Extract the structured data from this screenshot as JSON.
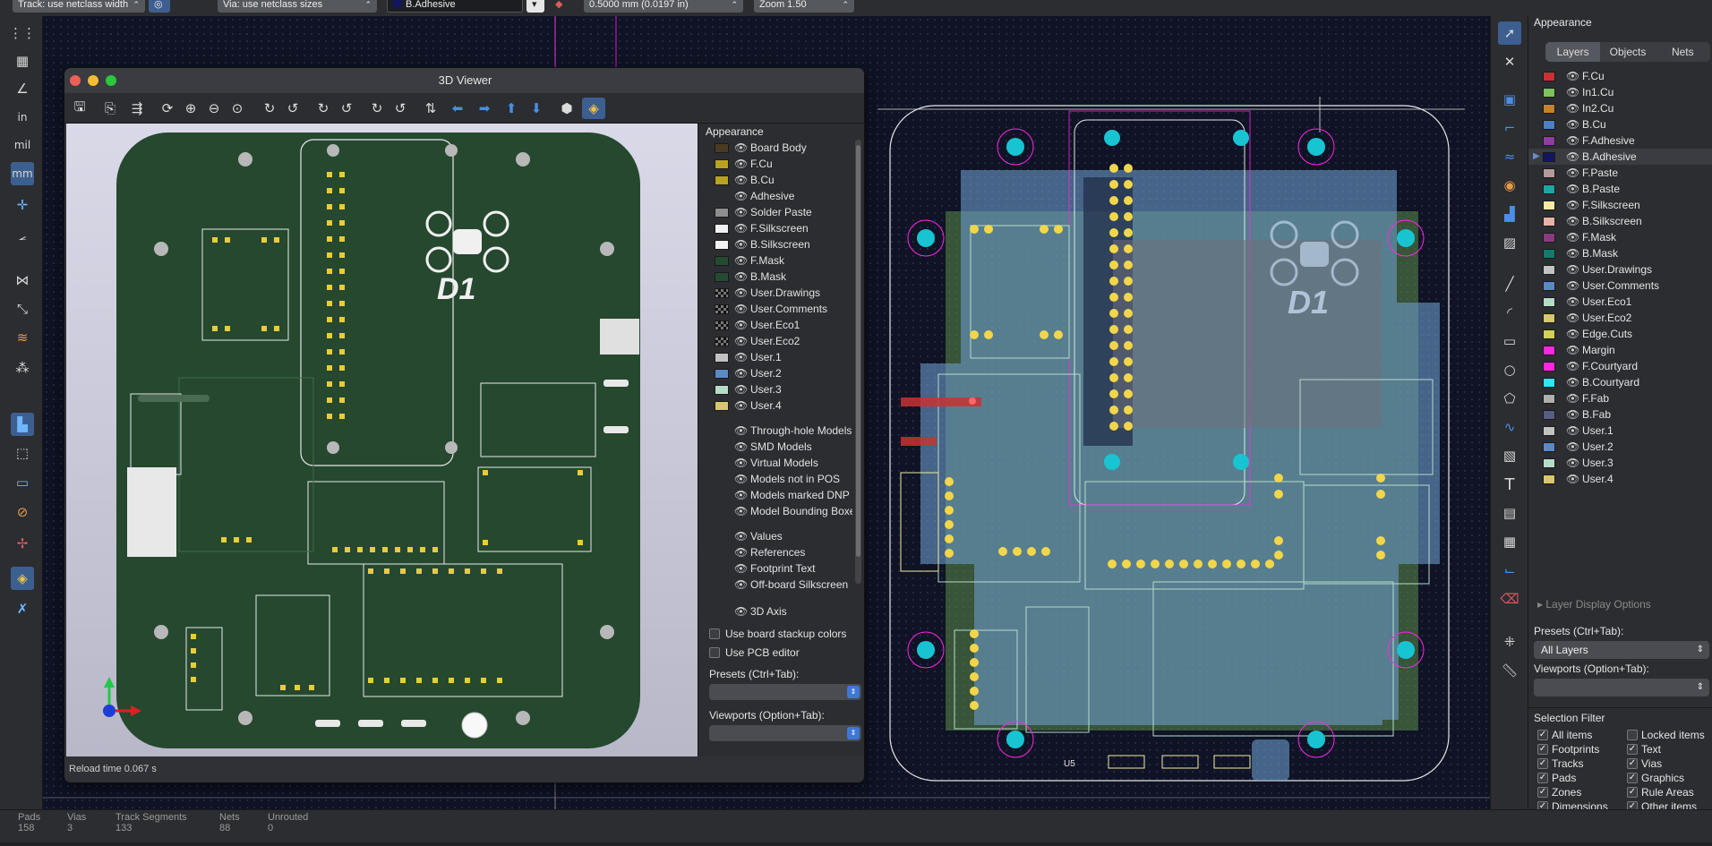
{
  "topbar": {
    "track_select": "Track: use netclass width",
    "via_select": "Via: use netclass sizes",
    "active_layer": "B.Adhesive",
    "grid_select": "0.5000 mm (0.0197 in)",
    "zoom_select": "Zoom 1.50"
  },
  "left_toolbar": {
    "inch_label": "in",
    "mil_label": "mil",
    "mm_label": "mm"
  },
  "appearance": {
    "title": "Appearance",
    "tabs": [
      "Layers",
      "Objects",
      "Nets"
    ],
    "layers": [
      {
        "name": "F.Cu",
        "color": "#c83232"
      },
      {
        "name": "In1.Cu",
        "color": "#7fc25c"
      },
      {
        "name": "In2.Cu",
        "color": "#c8802c"
      },
      {
        "name": "B.Cu",
        "color": "#4d7fc4"
      },
      {
        "name": "F.Adhesive",
        "color": "#8b3fa0"
      },
      {
        "name": "B.Adhesive",
        "color": "#12165f"
      },
      {
        "name": "F.Paste",
        "color": "#b49a9a"
      },
      {
        "name": "B.Paste",
        "color": "#1ba8a5"
      },
      {
        "name": "F.Silkscreen",
        "color": "#f2eda1"
      },
      {
        "name": "B.Silkscreen",
        "color": "#e8b2a7"
      },
      {
        "name": "F.Mask",
        "color": "#8a3a7f"
      },
      {
        "name": "B.Mask",
        "color": "#0f7d6e"
      },
      {
        "name": "User.Drawings",
        "color": "#c2c2c2"
      },
      {
        "name": "User.Comments",
        "color": "#5a8ac6"
      },
      {
        "name": "User.Eco1",
        "color": "#b5dcc8"
      },
      {
        "name": "User.Eco2",
        "color": "#d8c76c"
      },
      {
        "name": "Edge.Cuts",
        "color": "#d0d252"
      },
      {
        "name": "Margin",
        "color": "#ff26e2"
      },
      {
        "name": "F.Courtyard",
        "color": "#ff26e2"
      },
      {
        "name": "B.Courtyard",
        "color": "#26e9ff"
      },
      {
        "name": "F.Fab",
        "color": "#afafaf"
      },
      {
        "name": "B.Fab",
        "color": "#585d84"
      },
      {
        "name": "User.1",
        "color": "#c2c2c2"
      },
      {
        "name": "User.2",
        "color": "#5a8ac6"
      },
      {
        "name": "User.3",
        "color": "#b5dcc8"
      },
      {
        "name": "User.4",
        "color": "#d8c76c"
      }
    ],
    "selected_layer": "B.Adhesive",
    "layer_display_options": "Layer Display Options",
    "presets_label": "Presets (Ctrl+Tab):",
    "presets_value": "All Layers",
    "viewports_label": "Viewports (Option+Tab):",
    "viewports_value": ""
  },
  "selection_filter": {
    "title": "Selection Filter",
    "items": [
      {
        "label": "All items",
        "checked": true
      },
      {
        "label": "Locked items",
        "checked": false
      },
      {
        "label": "Footprints",
        "checked": true
      },
      {
        "label": "Text",
        "checked": true
      },
      {
        "label": "Tracks",
        "checked": true
      },
      {
        "label": "Vias",
        "checked": true
      },
      {
        "label": "Pads",
        "checked": true
      },
      {
        "label": "Graphics",
        "checked": true
      },
      {
        "label": "Zones",
        "checked": true
      },
      {
        "label": "Rule Areas",
        "checked": true
      },
      {
        "label": "Dimensions",
        "checked": true
      },
      {
        "label": "Other items",
        "checked": true
      }
    ]
  },
  "status": {
    "pads_label": "Pads",
    "pads_value": "158",
    "vias_label": "Vias",
    "vias_value": "3",
    "tracks_label": "Track Segments",
    "tracks_value": "133",
    "nets_label": "Nets",
    "nets_value": "88",
    "unrouted_label": "Unrouted",
    "unrouted_value": "0"
  },
  "viewer": {
    "title": "3D Viewer",
    "appearance_title": "Appearance",
    "layers": [
      {
        "name": "Board Body",
        "color": "#4a3b22"
      },
      {
        "name": "F.Cu",
        "color": "#b8a222"
      },
      {
        "name": "B.Cu",
        "color": "#b8a222"
      },
      {
        "name": "Adhesive",
        "color": ""
      },
      {
        "name": "Solder Paste",
        "color": "#8e8e8e"
      },
      {
        "name": "F.Silkscreen",
        "color": "#f2f2f2"
      },
      {
        "name": "B.Silkscreen",
        "color": "#f2f2f2"
      },
      {
        "name": "F.Mask",
        "color": "#244a32"
      },
      {
        "name": "B.Mask",
        "color": "#244a32"
      },
      {
        "name": "User.Drawings",
        "color": "checker"
      },
      {
        "name": "User.Comments",
        "color": "checker"
      },
      {
        "name": "User.Eco1",
        "color": "checker"
      },
      {
        "name": "User.Eco2",
        "color": "checker"
      },
      {
        "name": "User.1",
        "color": "#c2c2c2"
      },
      {
        "name": "User.2",
        "color": "#5a8ac6"
      },
      {
        "name": "User.3",
        "color": "#b5dcc8"
      },
      {
        "name": "User.4",
        "color": "#d8c76c"
      }
    ],
    "models": [
      "Through-hole Models",
      "SMD Models",
      "Virtual Models",
      "Models not in POS",
      "Models marked DNP",
      "Model Bounding Boxes"
    ],
    "texts": [
      "Values",
      "References",
      "Footprint Text",
      "Off-board Silkscreen"
    ],
    "axis_label": "3D Axis",
    "use_stackup_colors": "Use board stackup colors",
    "use_pcb_editor": "Use PCB editor",
    "presets_label": "Presets (Ctrl+Tab):",
    "viewports_label": "Viewports (Option+Tab):",
    "reload_time": "Reload time 0.067 s",
    "logo_text": "D1"
  },
  "pcb": {
    "logo_text": "D1",
    "u_ref": "U5"
  }
}
